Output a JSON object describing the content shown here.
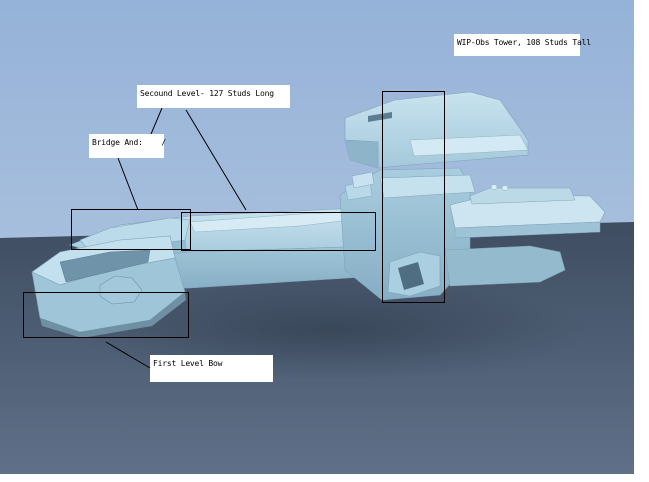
{
  "scene": {
    "subject": "spaceship-model-render",
    "sky_color": "#9fb8d9",
    "ground_color": "#4a5a6e",
    "hull_color": "#a9cfe0"
  },
  "annotations": {
    "tower_label": "WIP-Obs Tower, 108 Studs Tall",
    "second_level_label": "Secound Level- 127 Studs Long",
    "bridge_label": "Bridge And:",
    "bridge_extra": "/",
    "first_level_label": "First Level Bow"
  }
}
